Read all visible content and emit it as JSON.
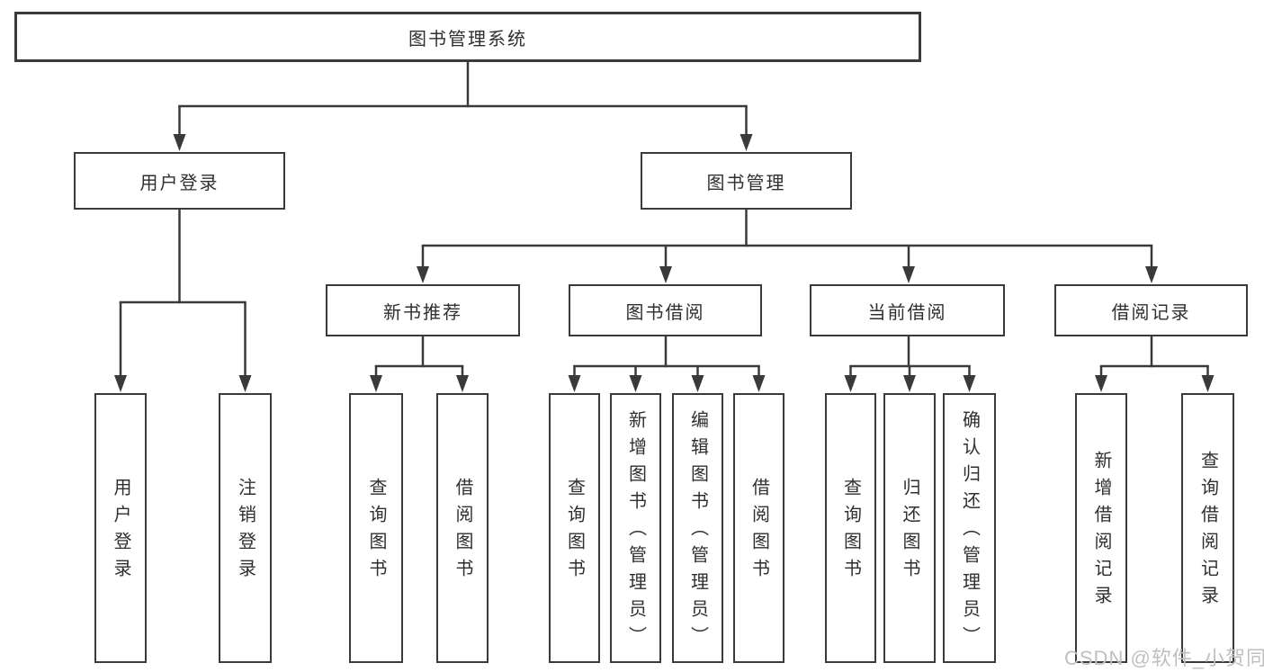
{
  "colors": {
    "line": "#3a3a3a",
    "text": "#2f2f2f",
    "background": "#ffffff",
    "watermark": "#bfbfbf"
  },
  "tree": {
    "root": {
      "label": "图书管理系统"
    },
    "branches": [
      {
        "label": "用户登录",
        "children": [
          {
            "label": "用户登录"
          },
          {
            "label": "注销登录"
          }
        ]
      },
      {
        "label": "图书管理",
        "sections": [
          {
            "label": "新书推荐",
            "children": [
              {
                "label": "查询图书"
              },
              {
                "label": "借阅图书"
              }
            ]
          },
          {
            "label": "图书借阅",
            "children": [
              {
                "label": "查询图书"
              },
              {
                "label": "新增图书（管理员）"
              },
              {
                "label": "编辑图书（管理员）"
              },
              {
                "label": "借阅图书"
              }
            ]
          },
          {
            "label": "当前借阅",
            "children": [
              {
                "label": "查询图书"
              },
              {
                "label": "归还图书"
              },
              {
                "label": "确认归还（管理员）"
              }
            ]
          },
          {
            "label": "借阅记录",
            "children": [
              {
                "label": "新增借阅记录"
              },
              {
                "label": "查询借阅记录"
              }
            ]
          }
        ]
      }
    ]
  },
  "watermark": {
    "text": "CSDN @软件_小贺同学"
  }
}
